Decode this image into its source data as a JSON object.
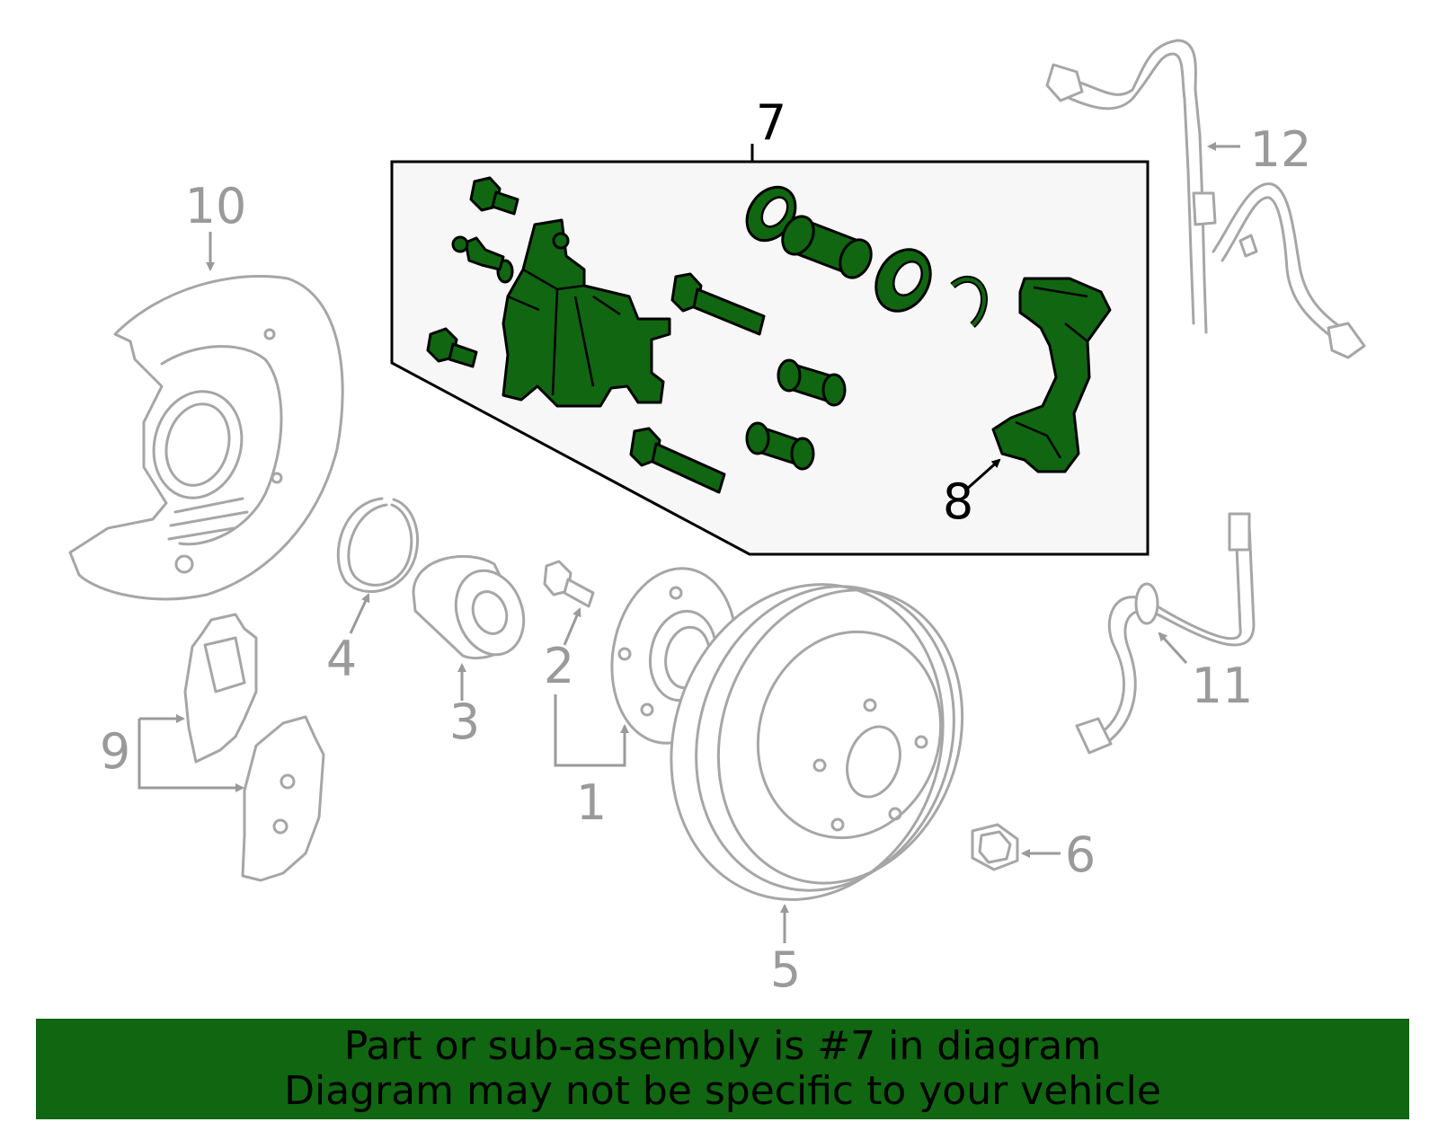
{
  "colors": {
    "highlight": "#116611",
    "banner_bg": "#116611",
    "part_outline": "#a6a6a6",
    "callout_gray": "#9a9a9a",
    "callout_active": "#000000",
    "panel_bg": "#f7f7f7"
  },
  "callouts": {
    "c1": "1",
    "c2": "2",
    "c3": "3",
    "c4": "4",
    "c5": "5",
    "c6": "6",
    "c7": "7",
    "c8": "8",
    "c9": "9",
    "c10": "10",
    "c11": "11",
    "c12": "12"
  },
  "banner": {
    "line1": "Part or sub-assembly is #7 in diagram",
    "line2": "Diagram may not be specific to your vehicle"
  }
}
